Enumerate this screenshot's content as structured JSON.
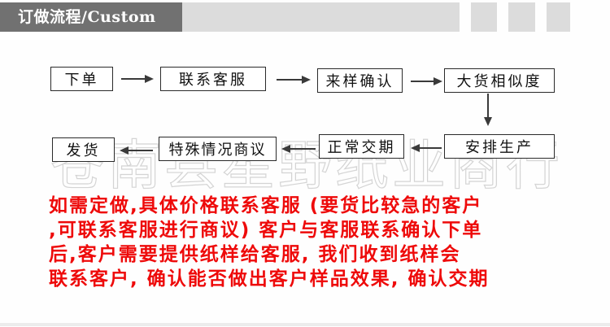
{
  "header": {
    "title": "订做流程/Custom",
    "colors": {
      "dark": "#717171",
      "light": "#dcdcdc"
    }
  },
  "flow": {
    "steps": [
      {
        "label": "下单"
      },
      {
        "label": "联系客服"
      },
      {
        "label": "来样确认"
      },
      {
        "label": "大货相似度"
      },
      {
        "label": "安排生产"
      },
      {
        "label": "正常交期"
      },
      {
        "label": "特殊情况商议"
      },
      {
        "label": "发货"
      }
    ]
  },
  "watermark": {
    "text": "苍南县星野纸业商行"
  },
  "notice": {
    "color": "#ee0a0a",
    "lines": [
      "如需定做,具体价格联系客服 (要货比较急的客户",
      ",可联系客服进行商议) 客户与客服联系确认下单",
      "后,客户需要提供纸样给客服, 我们收到纸样会",
      "联系客户, 确认能否做出客户样品效果, 确认交期"
    ]
  }
}
